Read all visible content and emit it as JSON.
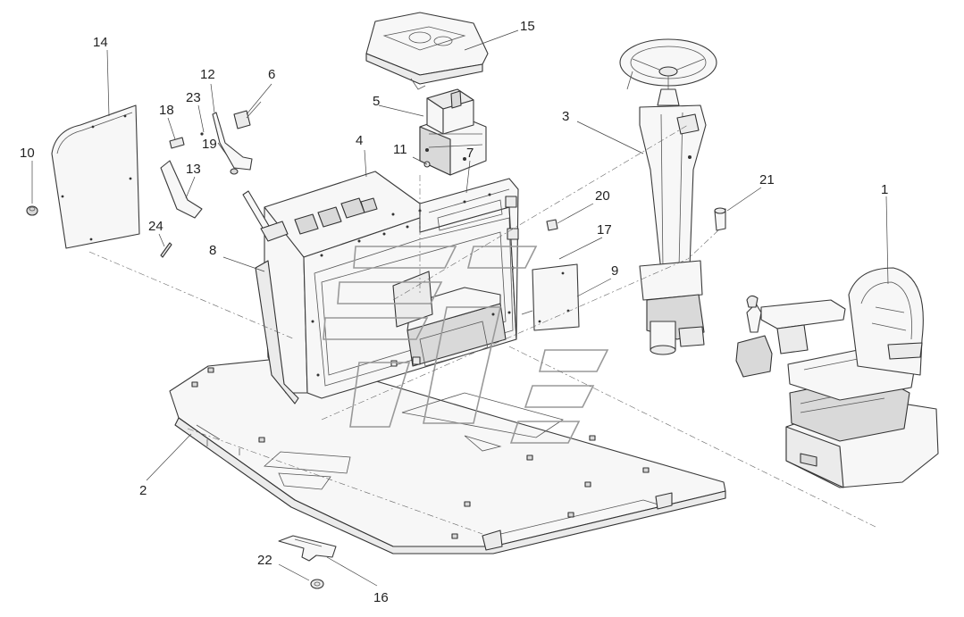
{
  "callouts": [
    {
      "id": "c1",
      "text": "1"
    },
    {
      "id": "c2",
      "text": "2"
    },
    {
      "id": "c3",
      "text": "3"
    },
    {
      "id": "c4",
      "text": "4"
    },
    {
      "id": "c5",
      "text": "5"
    },
    {
      "id": "c6",
      "text": "6"
    },
    {
      "id": "c7",
      "text": "7"
    },
    {
      "id": "c8",
      "text": "8"
    },
    {
      "id": "c9",
      "text": "9"
    },
    {
      "id": "c10",
      "text": "10"
    },
    {
      "id": "c11",
      "text": "11"
    },
    {
      "id": "c12",
      "text": "12"
    },
    {
      "id": "c13",
      "text": "13"
    },
    {
      "id": "c14",
      "text": "14"
    },
    {
      "id": "c15",
      "text": "15"
    },
    {
      "id": "c16",
      "text": "16"
    },
    {
      "id": "c17",
      "text": "17"
    },
    {
      "id": "c18",
      "text": "18"
    },
    {
      "id": "c19",
      "text": "19"
    },
    {
      "id": "c20",
      "text": "20"
    },
    {
      "id": "c21",
      "text": "21"
    },
    {
      "id": "c22",
      "text": "22"
    },
    {
      "id": "c23",
      "text": "23"
    },
    {
      "id": "c24",
      "text": "24"
    }
  ],
  "colors": {
    "line": "#3a3a3a",
    "fill": "#f7f7f7",
    "shade": "#d9d9d9",
    "watermark": "#999999"
  }
}
